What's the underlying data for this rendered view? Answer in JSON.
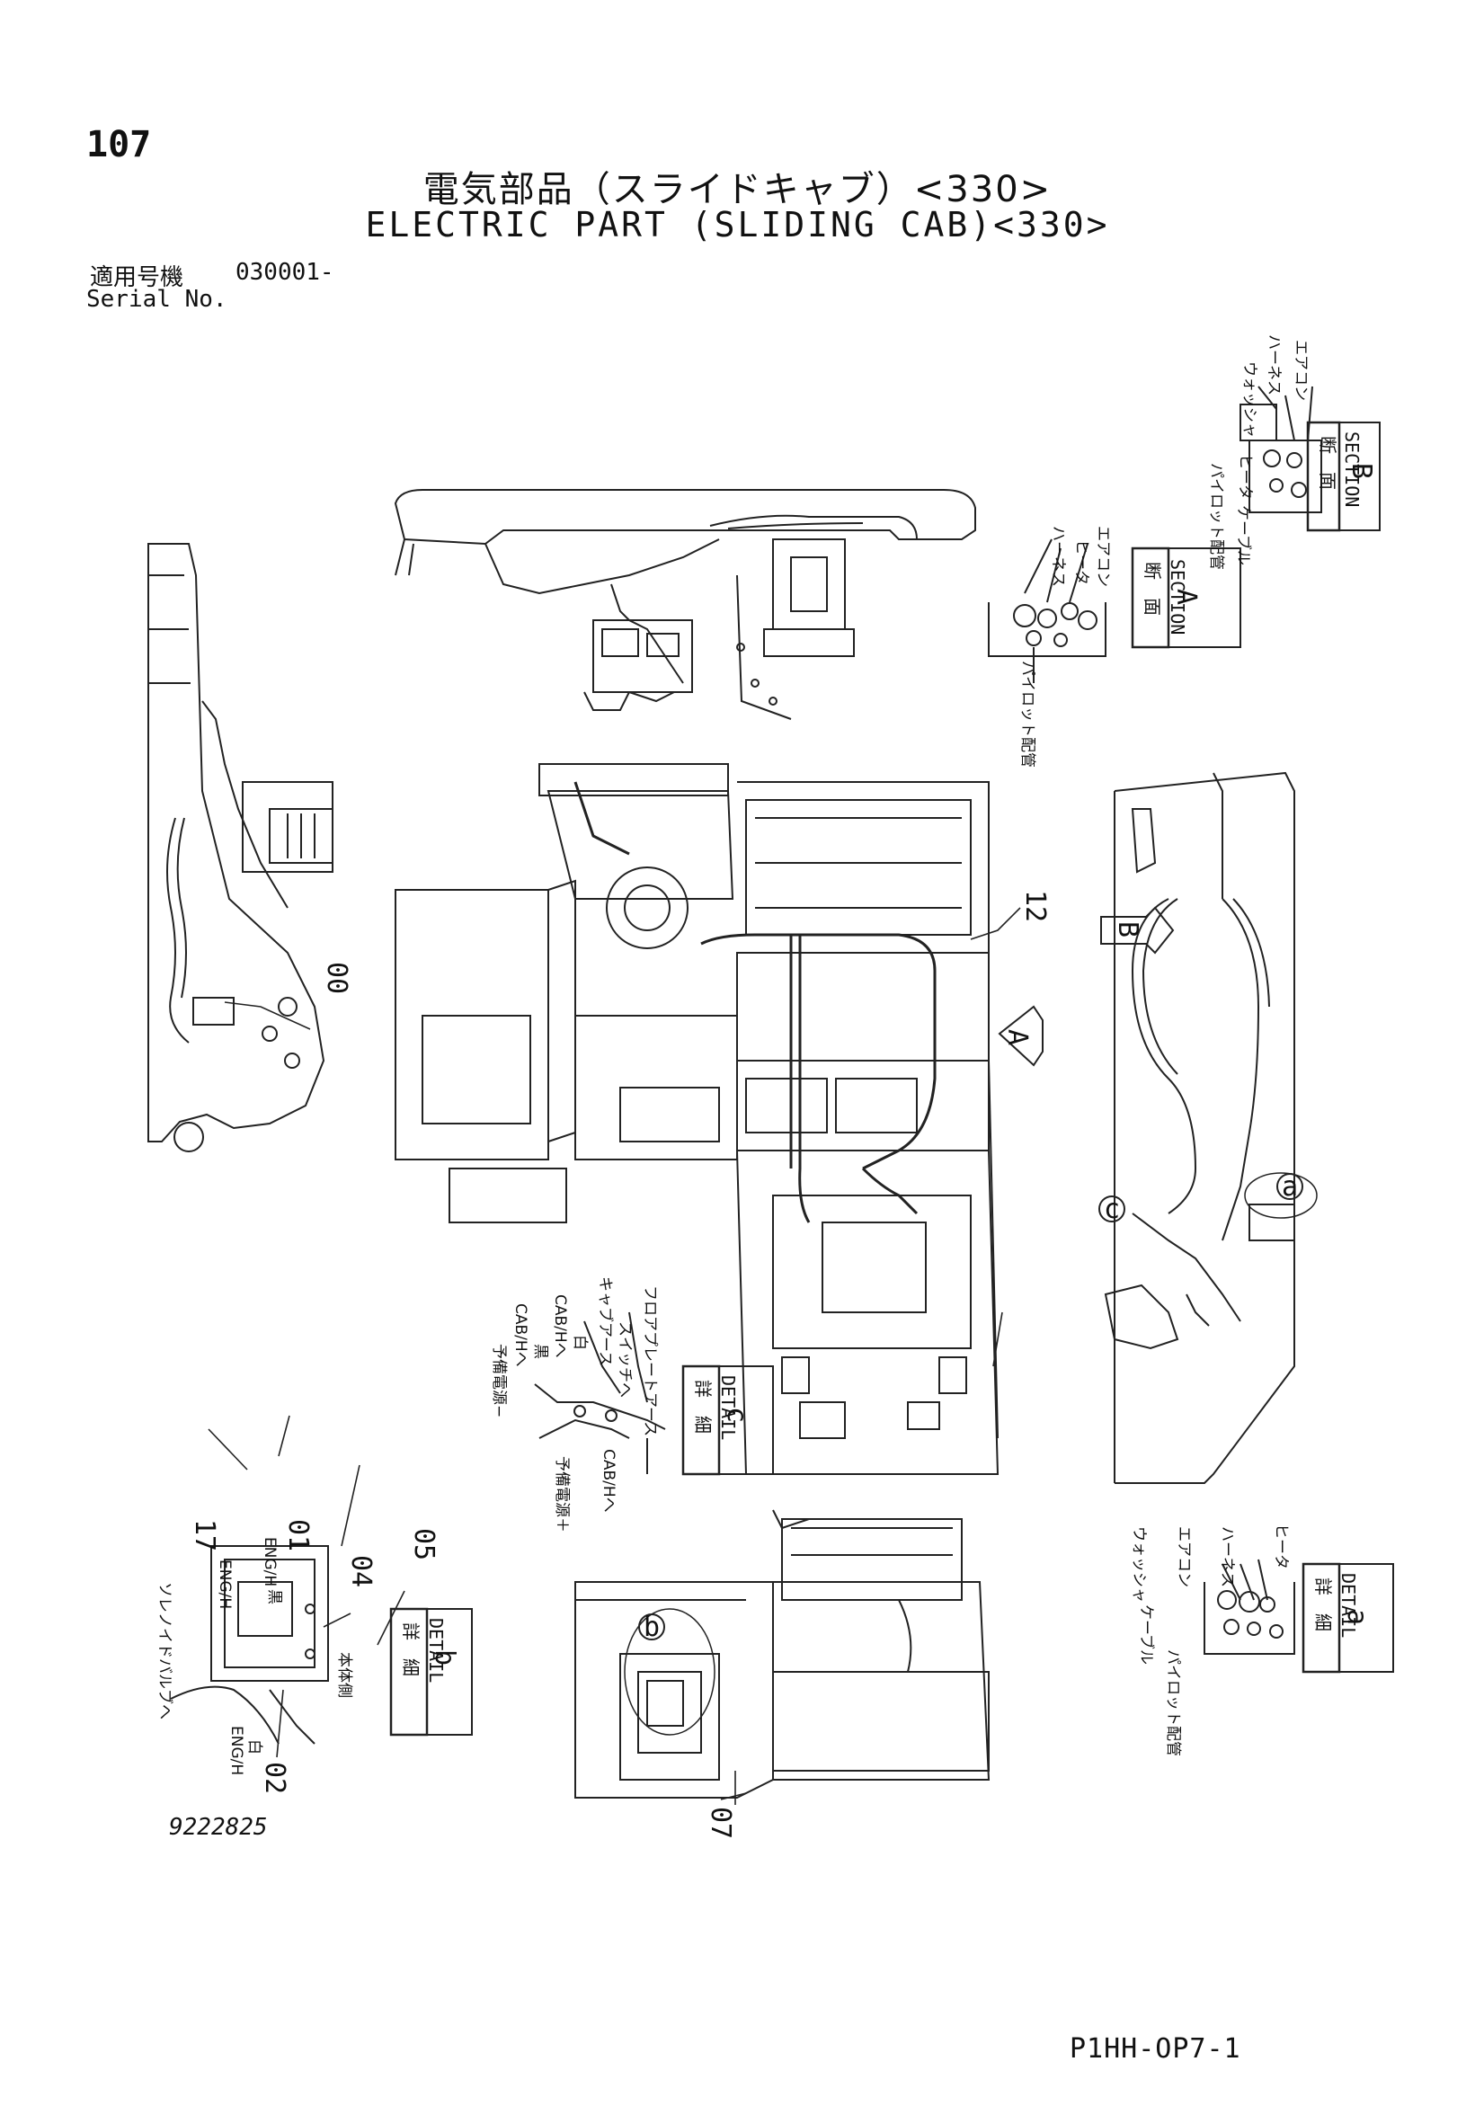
{
  "header": {
    "page_number": "107",
    "title_jp": "電気部品（スライドキャブ）<330>",
    "title_en": "ELECTRIC PART (SLIDING CAB)<330>",
    "serial_label_jp": "適用号機",
    "serial_value": "030001-",
    "serial_label_en": "Serial No."
  },
  "callouts": {
    "c00": "00",
    "c01": "01",
    "c02": "02",
    "c04": "04",
    "c05": "05",
    "c07": "07",
    "c12": "12",
    "c17": "17",
    "view_A": "A",
    "view_B": "B",
    "circle_a": "a",
    "circle_b": "b",
    "circle_c": "c"
  },
  "section_A": {
    "jp": "断　面",
    "en": "SECTION",
    "letter": "A",
    "notes": [
      "ハーネス",
      "ヒータ",
      "エアコン",
      "パイロット配管"
    ]
  },
  "section_B": {
    "jp": "断　面",
    "en": "SECTION",
    "letter": "B",
    "notes": [
      "ウォッシャ",
      "ハーネス",
      "エアコン",
      "ヒータ",
      "パイロット配管",
      "ケーブル"
    ]
  },
  "detail_a": {
    "jp": "詳　細",
    "en": "DETAIL",
    "letter": "a",
    "notes": [
      "ウォッシャ",
      "エアコン",
      "ハーネス",
      "ヒータ",
      "ケーブル",
      "パイロット配管"
    ]
  },
  "detail_b": {
    "jp": "詳　細",
    "en": "DETAIL",
    "letter": "b",
    "notes": [
      "ソレノイドバルブへ",
      "ENG/H",
      "ENG/H",
      "黒",
      "ENG/H",
      "白",
      "本体側"
    ]
  },
  "detail_c": {
    "jp": "詳　細",
    "en": "DETAIL",
    "letter": "c",
    "notes": [
      "予備電源−",
      "CAB/Hへ",
      "黒",
      "CAB/Hへ",
      "白",
      "キャブアース",
      "スイッチへ",
      "フロアプレートアース",
      "予備電源＋",
      "CAB/Hへ"
    ]
  },
  "footer": {
    "drawing_number": "9222825",
    "page_code": "P1HH-OP7-1"
  }
}
